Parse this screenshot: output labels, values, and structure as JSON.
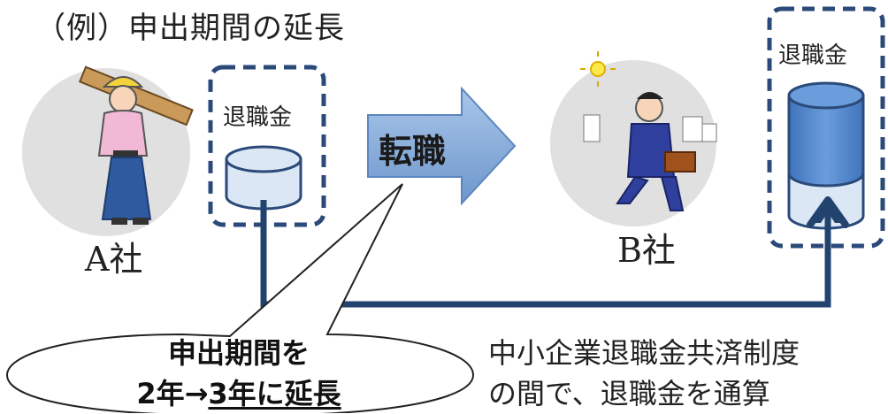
{
  "title": "（例）申出期間の延長",
  "company_a": {
    "label": "A社"
  },
  "company_b": {
    "label": "B社"
  },
  "box_a": {
    "label": "退職金"
  },
  "box_b": {
    "label": "退職金"
  },
  "transfer_arrow": {
    "label": "転職"
  },
  "callout": {
    "line1": "申出期間を",
    "line2_prefix": "2年→",
    "line2_underlined": "3年に延長"
  },
  "description": {
    "line1": "中小企業退職金共済制度",
    "line2": "の間で、退職金を通算"
  },
  "colors": {
    "dashed_border": "#2b4a7a",
    "connector": "#23436f",
    "arrow_fill": "#7ea7d8",
    "cylinder_light": "#dbe7f5",
    "cylinder_dark": "#4f86cc",
    "circle_gray": "#e0e0e0"
  }
}
